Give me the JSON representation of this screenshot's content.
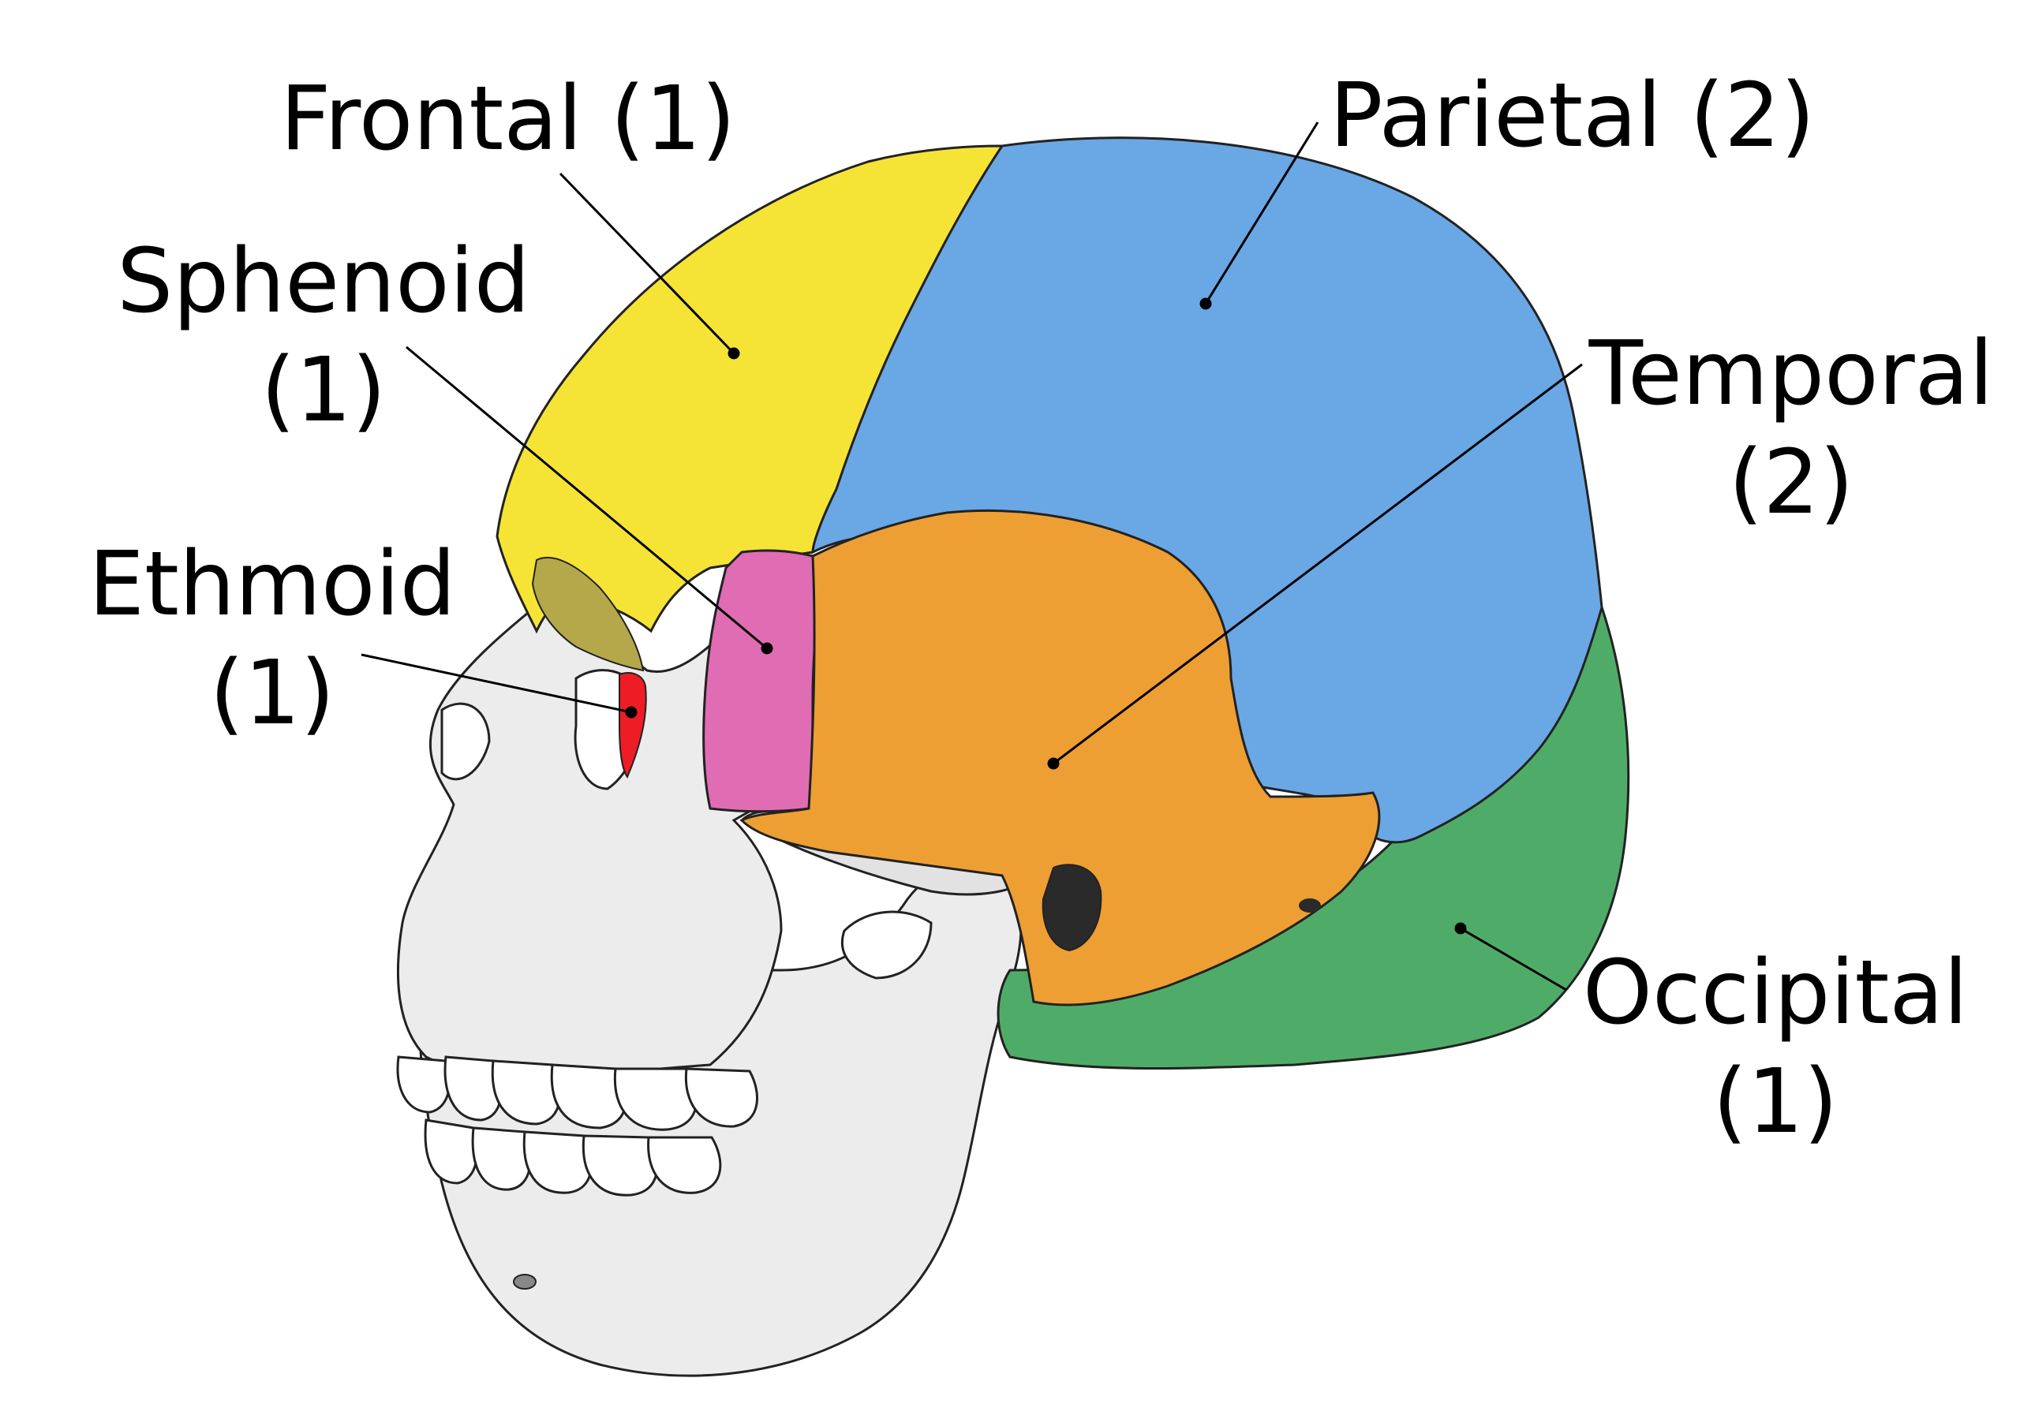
{
  "labels": {
    "frontal": {
      "name": "Frontal",
      "count": "(1)"
    },
    "parietal": {
      "name": "Parietal",
      "count": "(2)"
    },
    "sphenoid": {
      "name": "Sphenoid",
      "count": "(1)"
    },
    "temporal": {
      "name": "Temporal",
      "count": "(2)"
    },
    "ethmoid": {
      "name": "Ethmoid",
      "count": "(1)"
    },
    "occipital": {
      "name": "Occipital",
      "count": "(1)"
    }
  },
  "colors": {
    "frontal": "#f5e435",
    "parietal": "#6aa7e5",
    "sphenoid": "#e06cb4",
    "temporal": "#ee9f33",
    "ethmoid": "#ee1c24",
    "occipital": "#4fac68",
    "skull_white": "#ececec",
    "skull_shadow": "#d8d8d8",
    "outline": "#222222"
  }
}
